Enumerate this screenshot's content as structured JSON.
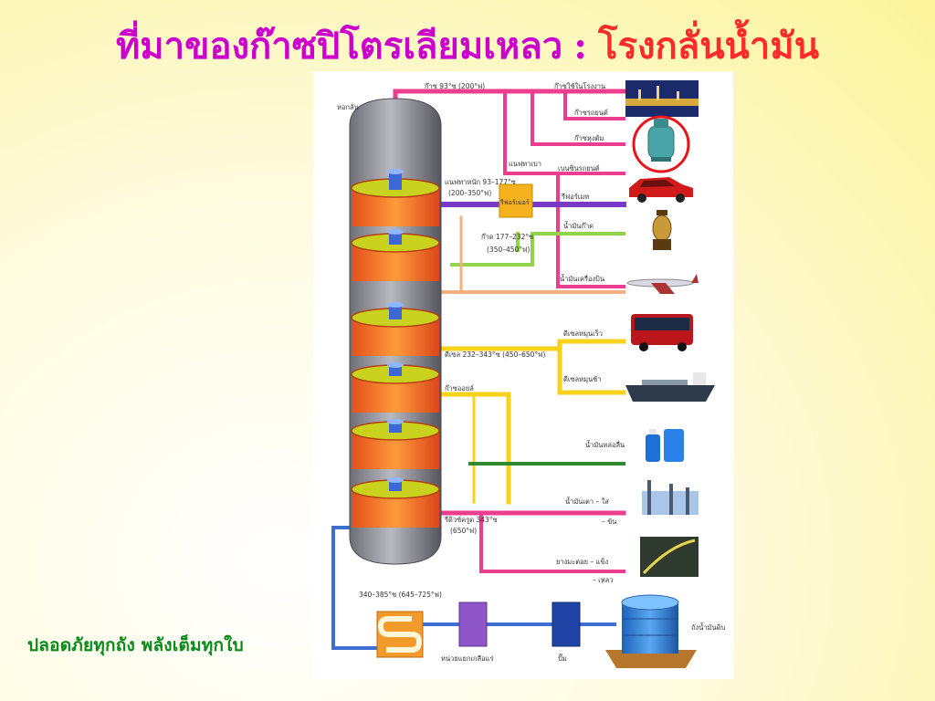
{
  "title": {
    "main": "ที่มาของก๊าซปิโตรเลียมเหลว",
    "separator": ":",
    "sub": "โรงกลั่นน้ำมัน"
  },
  "slogan": "ปลอดภัยทุกถัง  พลังเต็มทุกใบ",
  "diagram": {
    "tower_label": "หอกลั่น",
    "reformer_label": "รีฟอร์เมอร์",
    "furnace_label": "340–385°ซ  (645–725°ฟ)",
    "separator_unit_label": "หน่วยแยกเกลือแร่",
    "pump_label": "ปั๊ม",
    "crude_tank_label": "ถังน้ำมันดิบ",
    "fractions": {
      "gas": "ก๊าซ  93°ซ  (200°ฟ)",
      "light_naphtha": "แนฟทาเบา",
      "heavy_naphtha": "แนฟทาหนัก  93–177°ซ",
      "heavy_naphtha_f": "(200–350°ฟ)",
      "kerosene": "ก๊าด  177–232°ซ",
      "kerosene_f": "(350–450°ฟ)",
      "diesel": "ดีเซล  232–343°ซ  (450–650°ฟ)",
      "gas_oil": "ก๊าซออยล์",
      "residue": "รีดิวซ์ครูด  343°ซ",
      "residue_f": "(650°ฟ)"
    },
    "products": {
      "refinery_gas": "ก๊าซใช้ในโรงงาน",
      "auto_gas": "ก๊าซรถยนต์",
      "cooking_gas": "ก๊าซหุงต้ม",
      "gasoline": "เบนซินรถยนต์",
      "reformate": "รีฟอร์เมท",
      "kerosene_oil": "น้ำมันก๊าด",
      "jet_fuel": "น้ำมันเครื่องบิน",
      "high_speed_diesel": "ดีเซลหมุนเร็ว",
      "low_speed_diesel": "ดีเซลหมุนช้า",
      "lube_oil": "น้ำมันหล่อลื่น",
      "fuel_oil": "น้ำมันเตา  – ใส",
      "fuel_oil_2": "– ข้น",
      "asphalt": "ยางมะตอย  – แข็ง",
      "asphalt_2": "– เหลว"
    }
  },
  "colors": {
    "title_main": "#cc00cc",
    "title_sub": "#ff2a2a",
    "slogan": "#0a8a1a",
    "highlight_circle": "#e8141c",
    "pipe_pink": "#ec3d8e",
    "pipe_purple": "#7a38c8",
    "pipe_green": "#8fd44a",
    "pipe_orange": "#f5b080",
    "pipe_yellow": "#f7d21b",
    "pipe_darkgreen": "#2f8a2f",
    "pipe_blue": "#3d6fd1"
  },
  "icons": [
    "factory-night-icon",
    "gas-cylinder-icon",
    "car-icon",
    "lantern-icon",
    "airplane-icon",
    "bus-icon",
    "ship-icon",
    "oil-bottle-icon",
    "industrial-plant-icon",
    "road-icon"
  ]
}
